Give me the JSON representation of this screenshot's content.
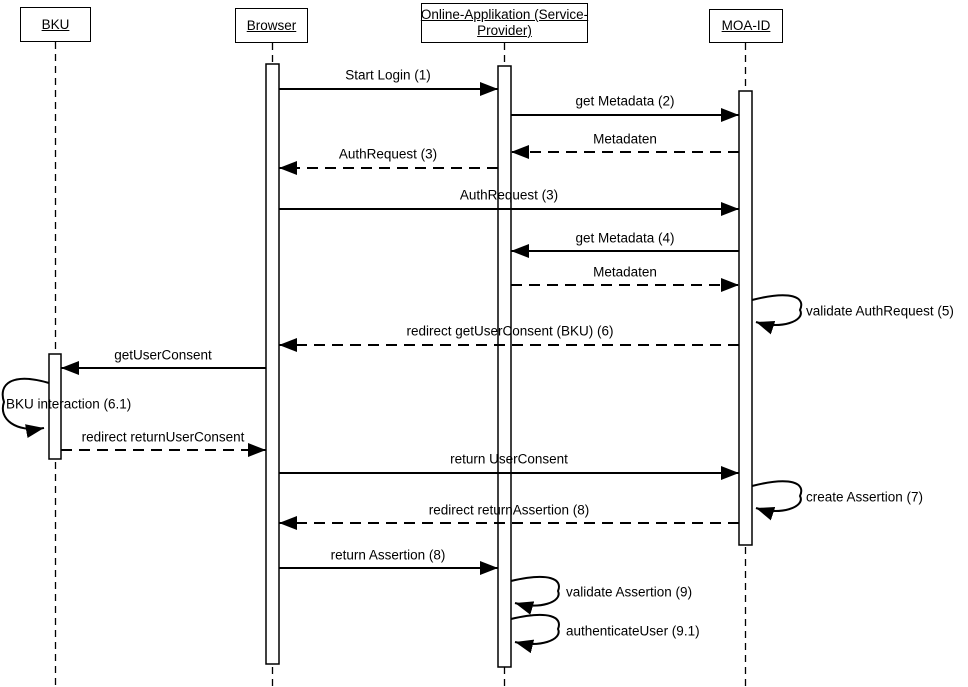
{
  "colors": {
    "line": "#000000",
    "background": "#ffffff"
  },
  "diagram": {
    "type": "uml-sequence",
    "actors": [
      {
        "name": "BKU",
        "lines": [
          "BKU"
        ]
      },
      {
        "name": "Browser",
        "lines": [
          "Browser"
        ]
      },
      {
        "name": "Online-Applikation (Service-Provider)",
        "lines": [
          "Online-Applikation (Service-",
          "Provider)"
        ]
      },
      {
        "name": "MOA-ID",
        "lines": [
          "MOA-ID"
        ]
      }
    ],
    "messages": [
      {
        "label": "Start Login (1)",
        "from": "Browser",
        "to": "Online-Applikation (Service-Provider)",
        "line": "solid"
      },
      {
        "label": "get Metadata (2)",
        "from": "Online-Applikation (Service-Provider)",
        "to": "MOA-ID",
        "line": "solid"
      },
      {
        "label": "Metadaten",
        "from": "MOA-ID",
        "to": "Online-Applikation (Service-Provider)",
        "line": "dashed"
      },
      {
        "label": "AuthRequest (3)",
        "from": "Online-Applikation (Service-Provider)",
        "to": "Browser",
        "line": "dashed"
      },
      {
        "label": "AuthRequest (3)",
        "from": "Browser",
        "to": "MOA-ID",
        "line": "solid"
      },
      {
        "label": "get Metadata (4)",
        "from": "MOA-ID",
        "to": "Online-Applikation (Service-Provider)",
        "line": "solid"
      },
      {
        "label": "Metadaten",
        "from": "Online-Applikation (Service-Provider)",
        "to": "MOA-ID",
        "line": "dashed"
      },
      {
        "label": "validate AuthRequest (5)",
        "from": "MOA-ID",
        "to": "MOA-ID",
        "line": "self"
      },
      {
        "label": "redirect getUserConsent (BKU) (6)",
        "from": "MOA-ID",
        "to": "Browser",
        "line": "dashed"
      },
      {
        "label": "getUserConsent",
        "from": "Browser",
        "to": "BKU",
        "line": "solid"
      },
      {
        "label": "BKU interaction (6.1)",
        "from": "BKU",
        "to": "BKU",
        "line": "self"
      },
      {
        "label": "redirect returnUserConsent",
        "from": "BKU",
        "to": "Browser",
        "line": "dashed"
      },
      {
        "label": "return UserConsent",
        "from": "Browser",
        "to": "MOA-ID",
        "line": "solid"
      },
      {
        "label": "create Assertion (7)",
        "from": "MOA-ID",
        "to": "MOA-ID",
        "line": "self"
      },
      {
        "label": "redirect returnAssertion (8)",
        "from": "MOA-ID",
        "to": "Browser",
        "line": "dashed"
      },
      {
        "label": "return Assertion (8)",
        "from": "Browser",
        "to": "Online-Applikation (Service-Provider)",
        "line": "solid"
      },
      {
        "label": "validate Assertion (9)",
        "from": "Online-Applikation (Service-Provider)",
        "to": "Online-Applikation (Service-Provider)",
        "line": "self"
      },
      {
        "label": "authenticateUser (9.1)",
        "from": "Online-Applikation (Service-Provider)",
        "to": "Online-Applikation (Service-Provider)",
        "line": "self"
      }
    ]
  }
}
